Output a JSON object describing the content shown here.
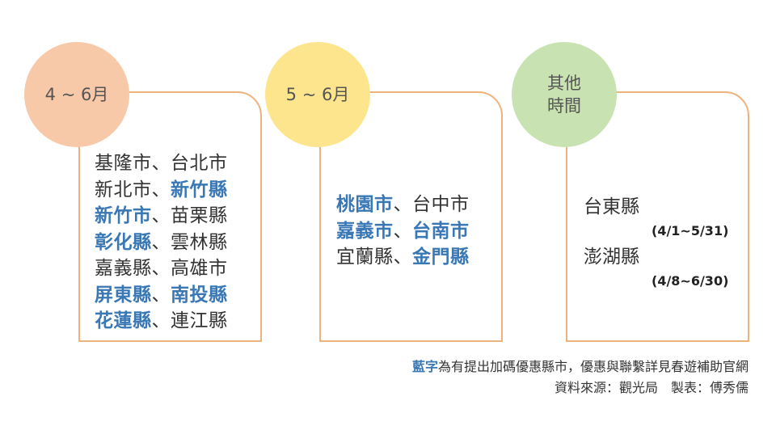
{
  "groups": [
    {
      "period": "4 ~ 6月",
      "colors": {
        "circle": "#f8c9a8"
      },
      "rows": [
        [
          {
            "text": "基隆市",
            "hl": false
          },
          {
            "text": "台北市",
            "hl": false
          }
        ],
        [
          {
            "text": "新北市",
            "hl": false
          },
          {
            "text": "新竹縣",
            "hl": true
          }
        ],
        [
          {
            "text": "新竹市",
            "hl": true
          },
          {
            "text": "苗栗縣",
            "hl": false
          }
        ],
        [
          {
            "text": "彰化縣",
            "hl": true
          },
          {
            "text": "雲林縣",
            "hl": false
          }
        ],
        [
          {
            "text": "嘉義縣",
            "hl": false
          },
          {
            "text": "高雄市",
            "hl": false
          }
        ],
        [
          {
            "text": "屏東縣",
            "hl": true
          },
          {
            "text": "南投縣",
            "hl": true
          }
        ],
        [
          {
            "text": "花蓮縣",
            "hl": true
          },
          {
            "text": "連江縣",
            "hl": false
          }
        ]
      ]
    },
    {
      "period": "5 ~ 6月",
      "colors": {
        "circle": "#fde58e"
      },
      "rows": [
        [
          {
            "text": "桃園市",
            "hl": true
          },
          {
            "text": "台中市",
            "hl": false
          }
        ],
        [
          {
            "text": "嘉義市",
            "hl": true
          },
          {
            "text": "台南市",
            "hl": true
          }
        ],
        [
          {
            "text": "宜蘭縣",
            "hl": false
          },
          {
            "text": "金門縣",
            "hl": true
          }
        ]
      ]
    },
    {
      "period_line1": "其他",
      "period_line2": "時間",
      "colors": {
        "circle": "#c9e2b1"
      },
      "entries": [
        {
          "name": "台東縣",
          "date": "(4/1~5/31)"
        },
        {
          "name": "澎湖縣",
          "date": "(4/8~6/30)"
        }
      ]
    }
  ],
  "separator": "、",
  "note": {
    "highlight": "藍字",
    "rest": "為有提出加碼優惠縣市，優惠與聯繫詳見春遊補助官網",
    "source": "資料來源：觀光局　製表：傅秀儒"
  },
  "colors": {
    "highlight": "#3a78b5",
    "border": "#ecb47c"
  }
}
